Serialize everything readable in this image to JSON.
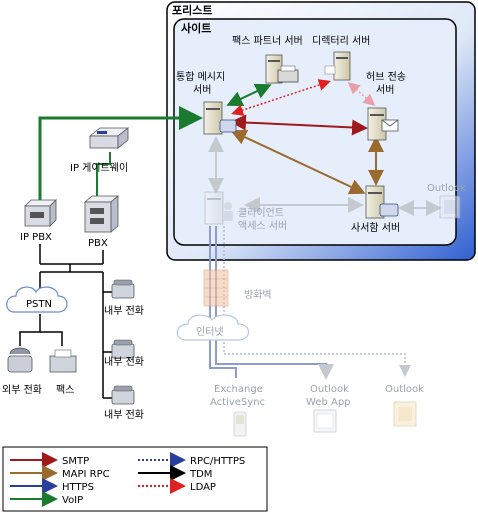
{
  "forest": {
    "title": "포리스트"
  },
  "site": {
    "title": "사이트"
  },
  "nodes": {
    "fax_partner": "팩스 파트너 서버",
    "directory": "디렉터리 서버",
    "um_line1": "통합 메시지",
    "um_line2": "서버",
    "hub_line1": "허브 전송",
    "hub_line2": "서버",
    "ip_gateway": "IP 게이트웨이",
    "ip_pbx": "IP PBX",
    "pbx": "PBX",
    "cas_line1": "클라이언트",
    "cas_line2": "액세스 서버",
    "mailbox": "사서함 서버",
    "outlook_right": "Outlook",
    "firewall": "방화벽",
    "internet": "인터넷",
    "pstn": "PSTN",
    "internal_phone_1": "내부 전화",
    "internal_phone_2": "내부 전화",
    "internal_phone_3": "내부 전화",
    "external_phone": "외부 전화",
    "fax": "팩스",
    "eas_line1": "Exchange",
    "eas_line2": "ActiveSync",
    "owa_line1": "Outlook",
    "owa_line2": "Web App",
    "outlook_bottom": "Outlook"
  },
  "legend": {
    "items": [
      {
        "label": "SMTP",
        "color": "#a0191b",
        "style": "solid"
      },
      {
        "label": "MAPI RPC",
        "color": "#9a6a2e",
        "style": "solid"
      },
      {
        "label": "HTTPS",
        "color": "#2a3f9a",
        "style": "solid"
      },
      {
        "label": "VoIP",
        "color": "#1a7a2e",
        "style": "solid"
      },
      {
        "label": "RPC/HTTPS",
        "color": "#2a3f9a",
        "style": "dotted"
      },
      {
        "label": "TDM",
        "color": "#000000",
        "style": "solid"
      },
      {
        "label": "LDAP",
        "color": "#e02020",
        "style": "dotted"
      }
    ]
  }
}
